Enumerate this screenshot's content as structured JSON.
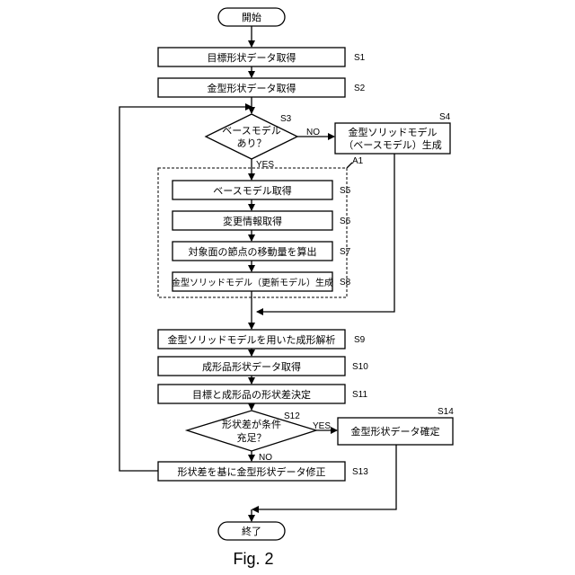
{
  "terminals": {
    "start": "開始",
    "end": "終了"
  },
  "steps": {
    "s1": {
      "text": "目標形状データ取得",
      "id": "S1"
    },
    "s2": {
      "text": "金型形状データ取得",
      "id": "S2"
    },
    "s3": {
      "line1": "ベースモデル",
      "line2": "あり？",
      "id": "S3"
    },
    "s4": {
      "line1": "金型ソリッドモデル",
      "line2": "（ベースモデル）生成",
      "id": "S4"
    },
    "s5": {
      "text": "ベースモデル取得",
      "id": "S5"
    },
    "s6": {
      "text": "変更情報取得",
      "id": "S6"
    },
    "s7": {
      "text": "対象面の節点の移動量を算出",
      "id": "S7"
    },
    "s8": {
      "text": "金型ソリッドモデル（更新モデル）生成",
      "id": "S8"
    },
    "s9": {
      "text": "金型ソリッドモデルを用いた成形解析",
      "id": "S9"
    },
    "s10": {
      "text": "成形品形状データ取得",
      "id": "S10"
    },
    "s11": {
      "text": "目標と成形品の形状差決定",
      "id": "S11"
    },
    "s12": {
      "line1": "形状差が条件",
      "line2": "充足？",
      "id": "S12"
    },
    "s13": {
      "text": "形状差を基に金型形状データ修正",
      "id": "S13"
    },
    "s14": {
      "text": "金型形状データ確定",
      "id": "S14"
    }
  },
  "group": {
    "id": "A1"
  },
  "branches": {
    "s3_no": "NO",
    "s3_yes": "YES",
    "s12_yes": "YES",
    "s12_no": "NO"
  },
  "caption": "Fig. 2"
}
